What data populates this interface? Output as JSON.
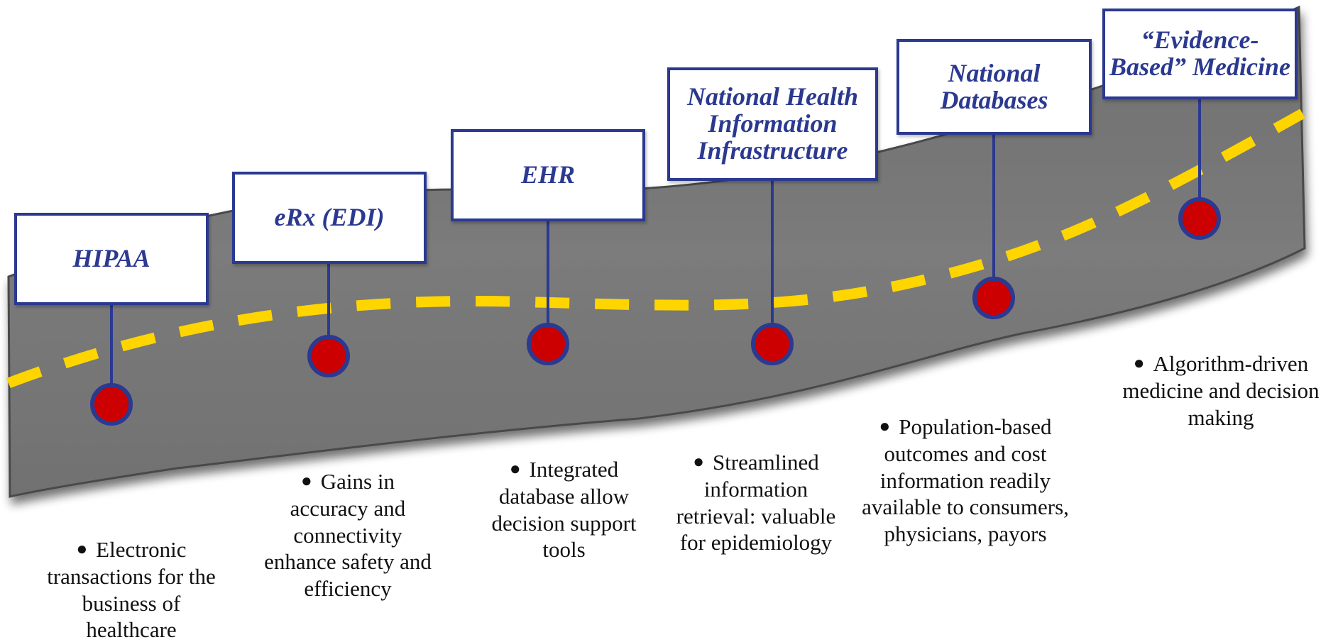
{
  "milestones": [
    {
      "id": "hipaa",
      "title": "HIPAA",
      "description": "Electronic transactions for the business of healthcare"
    },
    {
      "id": "erx",
      "title": "eRx (EDI)",
      "description": "Gains in accuracy and connectivity enhance safety and efficiency"
    },
    {
      "id": "ehr",
      "title": "EHR",
      "description": "Integrated database allow decision support tools"
    },
    {
      "id": "nhii",
      "title": "National Health Information Infrastructure",
      "description": "Streamlined information retrieval: valuable for epidemiology"
    },
    {
      "id": "natdb",
      "title": "National Databases",
      "description": "Population-based outcomes and cost information readily available to consumers, physicians, payors"
    },
    {
      "id": "ebm",
      "title": "“Evidence-Based” Medicine",
      "description": "Algorithm-driven medicine and decision making"
    }
  ],
  "colors": {
    "road": "#7a7a7a",
    "road_edge": "#4a4a4a",
    "center_line": "#ffd500",
    "box_border": "#2b3990",
    "title_text": "#2b3990",
    "marker_fill": "#cc0000",
    "marker_stroke": "#2b3990",
    "connector": "#2b3990"
  }
}
